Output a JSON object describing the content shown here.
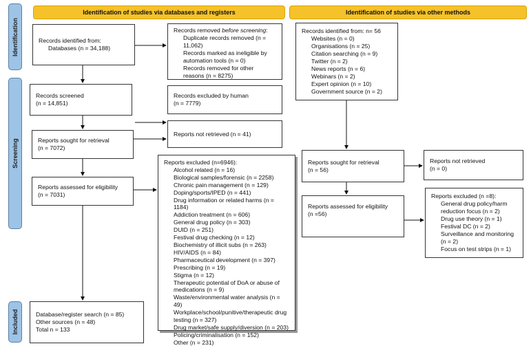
{
  "phases": {
    "identification": "Identification",
    "screening": "Screening",
    "included": "Included"
  },
  "headers": {
    "left": "Identification of studies via databases and registers",
    "right": "Identification of studies via other methods"
  },
  "left": {
    "identified": {
      "title": "Records identified from:",
      "databases": "Databases (n = 34,188)"
    },
    "removed": {
      "title_pre": "Records removed ",
      "title_em": "before screening",
      "title_post": ":",
      "items": [
        "Duplicate records removed (n = 11,062)",
        "Records marked as ineligible by automation tools (n = 0)",
        "Records removed for other reasons (n = 8275)"
      ]
    },
    "screened": {
      "title": "Records screened",
      "count": "(n = 14,851)"
    },
    "excluded_human": {
      "title": "Records excluded by human",
      "count": "(n = 7779)"
    },
    "sought": {
      "title": "Reports sought for retrieval",
      "count": "(n = 7072)"
    },
    "not_retrieved": {
      "title": "Reports not retrieved (n = 41)"
    },
    "assessed": {
      "title": "Reports assessed for eligibility",
      "count": "(n = 7031)"
    },
    "reports_excluded": {
      "title": "Reports excluded (n=6946):",
      "items": [
        "Alcohol related (n = 16)",
        "Biological samples/forensic (n = 2258)",
        "Chronic pain management (n = 129)",
        "Doping/sports/IPED (n = 441)",
        "Drug information or related harms (n = 1184)",
        "Addiction treatment (n = 606)",
        "General drug policy (n = 303)",
        "DUID (n = 251)",
        "Festival drug checking (n = 12)",
        "Biochemistry of illicit subs (n = 263)",
        "HIV/AIDS (n = 84)",
        "Pharmaceutical development (n = 397)",
        "Prescribing (n = 19)",
        "Stigma (n = 12)",
        "Therapeutic potential of DoA or abuse of medications (n = 9)",
        "Waste/environmental water analysis (n = 49)",
        "Workplace/school/punitive/therapeutic drug testing (n = 327)",
        "Drug market/safe supply/diversion (n = 203)",
        "Policing/criminalisation (n = 152)",
        "Other (n = 231)"
      ]
    },
    "included": {
      "lines": [
        "Database/register search (n = 85)",
        "Other sources (n = 48)",
        "Total n = 133"
      ]
    }
  },
  "right": {
    "identified": {
      "title": "Records identified from:  n= 56",
      "items": [
        "Websites (n = 0)",
        "Organisations (n = 25)",
        "Citation searching (n = 9)",
        "Twitter (n = 2)",
        "News reports (n = 6)",
        "Webinars (n = 2)",
        "Expert opinion (n = 10)",
        "Government source (n = 2)"
      ]
    },
    "sought": {
      "title": "Reports sought for retrieval",
      "count": "(n = 56)"
    },
    "not_retrieved": {
      "title": "Reports not retrieved",
      "count": "(n = 0)"
    },
    "assessed": {
      "title": "Reports assessed for eligibility",
      "count": "(n =56)"
    },
    "reports_excluded": {
      "title": "Reports excluded (n =8):",
      "items": [
        "General drug policy/harm reduction focus (n = 2)",
        "Drug use theory (n = 1)",
        "Festival DC (n = 2)",
        "Surveillance and monitoring (n = 2)",
        "Focus on test strips (n = 1)"
      ]
    }
  },
  "colors": {
    "phase": "#9dc3e6",
    "header": "#f5c22b"
  }
}
